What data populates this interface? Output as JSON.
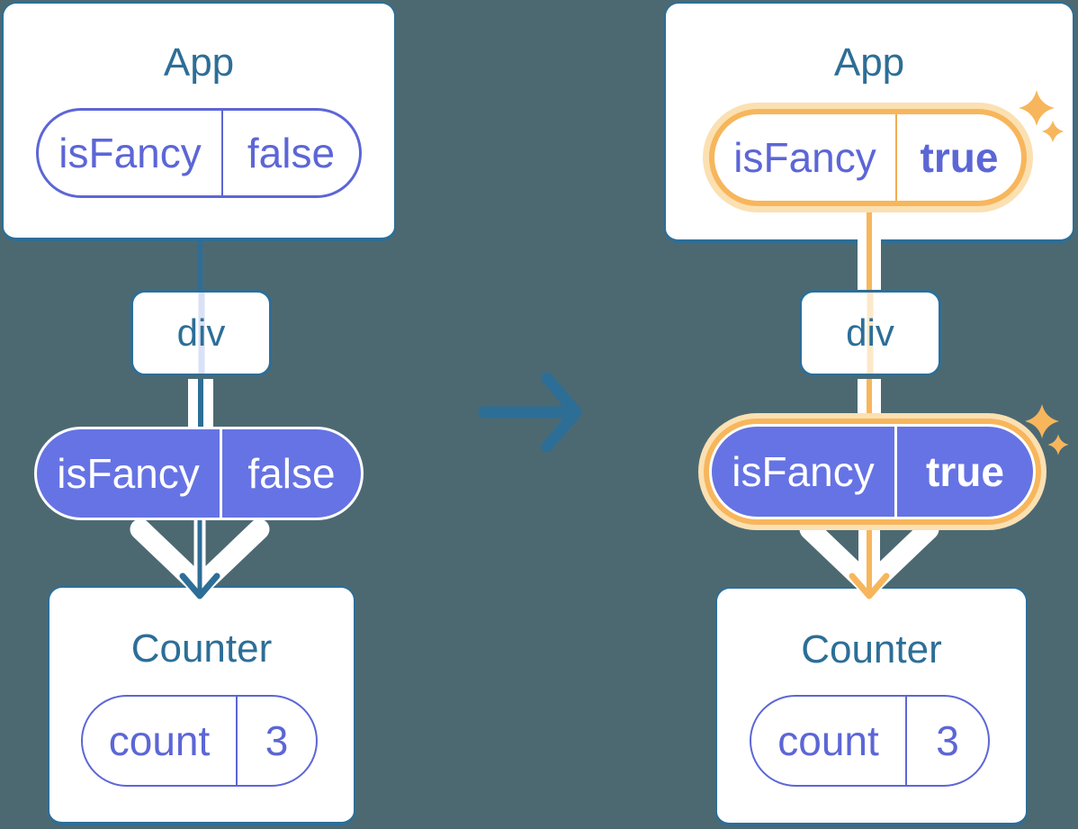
{
  "diagram": {
    "description": "React state flow diagram: before and after isFancy toggles",
    "left": {
      "app_title": "App",
      "app_state": {
        "name": "isFancy",
        "value": "false"
      },
      "div_label": "div",
      "prop_pill": {
        "name": "isFancy",
        "value": "false"
      },
      "counter_title": "Counter",
      "counter_state": {
        "name": "count",
        "value": "3"
      }
    },
    "right": {
      "app_title": "App",
      "app_state": {
        "name": "isFancy",
        "value": "true"
      },
      "div_label": "div",
      "prop_pill": {
        "name": "isFancy",
        "value": "true"
      },
      "counter_title": "Counter",
      "counter_state": {
        "name": "count",
        "value": "3"
      }
    },
    "icons": {
      "transition_arrow": "→",
      "flow_arrow": "↓",
      "sparkle": "✦"
    },
    "colors": {
      "background": "#4C6972",
      "blue": "#2D6E97",
      "purple_fill": "#6673E4",
      "purple_text": "#5C66D6",
      "orange": "#F7B65C",
      "orange_halo": "#FBE0B2",
      "thread_blue": "#D9E1F6",
      "thread_orange": "#FCE9CB",
      "white": "#FFFFFF"
    }
  }
}
